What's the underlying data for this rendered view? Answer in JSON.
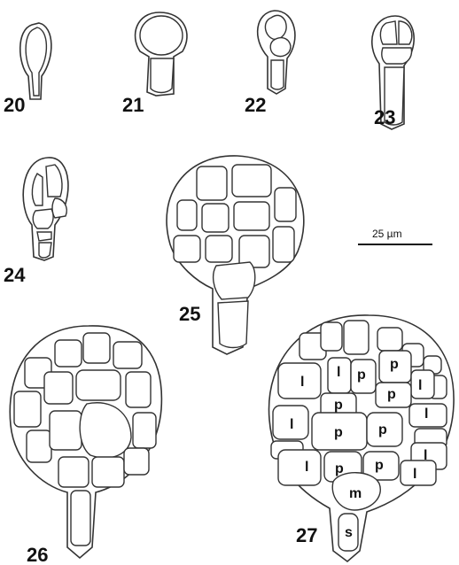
{
  "figure_labels": {
    "f20": "20",
    "f21": "21",
    "f22": "22",
    "f23": "23",
    "f24": "24",
    "f25": "25",
    "f26": "26",
    "f27": "27"
  },
  "scale_bar": {
    "label": "25 µm"
  },
  "cell_letters": {
    "l": "l",
    "p": "p",
    "m": "m",
    "s": "s"
  }
}
